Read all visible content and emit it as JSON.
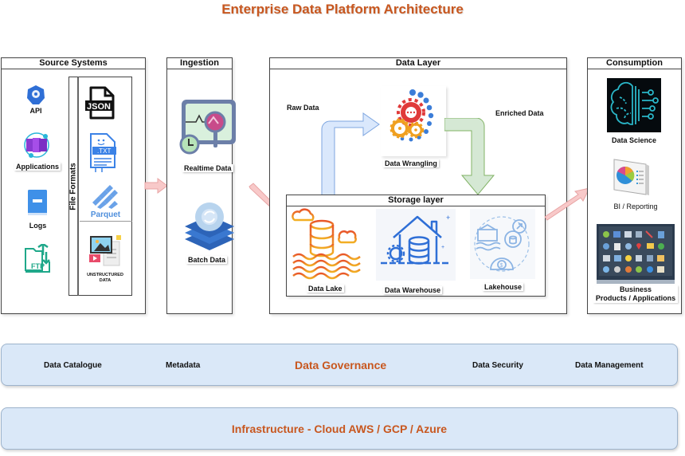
{
  "title": "Enterprise Data Platform Architecture",
  "source_systems": {
    "header": "Source Systems",
    "items": [
      {
        "label": "API",
        "icon": "api-icon"
      },
      {
        "label": "Applications",
        "icon": "applications-icon"
      },
      {
        "label": "Logs",
        "icon": "logs-book-icon"
      },
      {
        "label": "FTP",
        "icon": "ftp-folder-icon"
      }
    ],
    "file_formats": {
      "label": "File Formats",
      "items": [
        {
          "label": "JSON",
          "icon": "json-file-icon"
        },
        {
          "label": ".TXT",
          "icon": "txt-file-icon"
        },
        {
          "label": "Parquet",
          "icon": "parquet-icon"
        },
        {
          "label": "UNSTRUCTURED DATA",
          "icon": "unstructured-data-icon"
        }
      ]
    }
  },
  "ingestion": {
    "header": "Ingestion",
    "items": [
      {
        "label": "Realtime Data",
        "icon": "realtime-monitor-icon"
      },
      {
        "label": "Batch Data",
        "icon": "batch-layers-icon"
      }
    ]
  },
  "data_layer": {
    "header": "Data Layer",
    "raw_data_label": "Raw Data",
    "enriched_data_label": "Enriched Data",
    "wrangling": {
      "label": "Data Wrangling",
      "icon": "gears-icon"
    },
    "storage": {
      "header": "Storage layer",
      "items": [
        {
          "label": "Data Lake",
          "icon": "data-lake-icon"
        },
        {
          "label": "Data Warehouse",
          "icon": "data-warehouse-icon"
        },
        {
          "label": "Lakehouse",
          "icon": "lakehouse-icon"
        }
      ]
    }
  },
  "consumption": {
    "header": "Consumption",
    "items": [
      {
        "label": "Data Science",
        "icon": "brain-circuit-icon"
      },
      {
        "label": "BI / Reporting",
        "icon": "pie-chart-icon"
      },
      {
        "label": "Business\nProducts / Applications",
        "line1": "Business",
        "line2": "Products / Applications",
        "icon": "app-grid-screen-icon"
      }
    ]
  },
  "governance": {
    "title": "Data Governance",
    "items": [
      "Data Catalogue",
      "Metadata",
      "Data Security",
      "Data Management"
    ]
  },
  "infrastructure": {
    "title": "Infrastructure - Cloud AWS / GCP / Azure"
  },
  "colors": {
    "accent": "#c8571f",
    "band_fill": "#dae8f8",
    "flow_arrow": "#f8c9c9",
    "raw_arrow": "#dae8fc",
    "enriched_arrow": "#d5e8d4"
  }
}
